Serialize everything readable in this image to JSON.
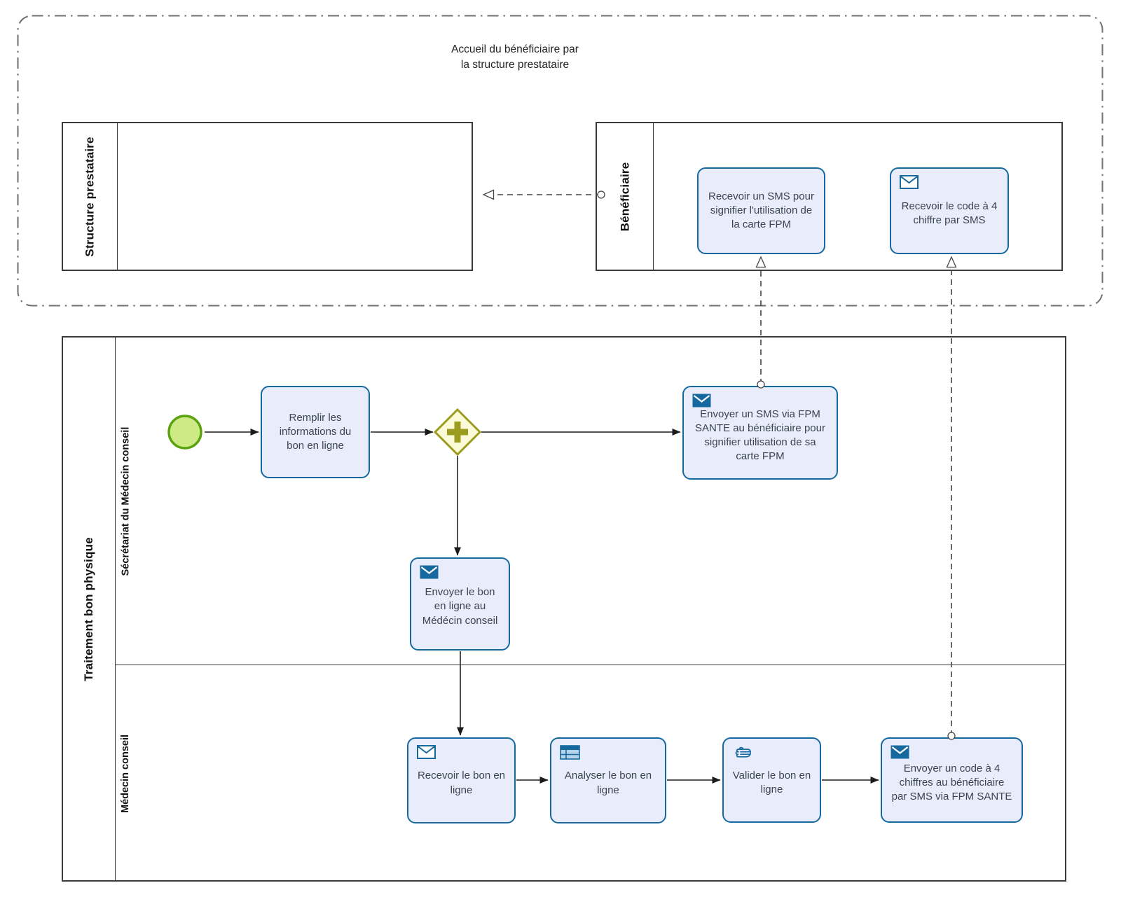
{
  "diagram": {
    "group_title": {
      "line1": "Accueil du bénéficiaire par",
      "line2": "la structure prestataire"
    },
    "pools": {
      "structure_prestataire": {
        "label": "Structure prestataire"
      },
      "beneficiaire": {
        "label": "Bénéficiaire",
        "tasks": {
          "recevoir_sms": {
            "label": "Recevoir un SMS pour signifier l'utilisation de la carte FPM",
            "icon": "none"
          },
          "recevoir_code": {
            "label": "Recevoir le code à 4 chiffre par SMS",
            "icon": "receive-message-icon"
          }
        }
      },
      "traitement_bon_physique": {
        "label": "Traitement bon physique",
        "lanes": {
          "secretariat": {
            "label": "Sécrétariat du Médecin conseil",
            "tasks": {
              "remplir_informations": {
                "label": "Remplir les informations du bon en ligne",
                "icon": "none"
              },
              "envoyer_sms_fpm": {
                "label": "Envoyer un SMS via FPM SANTE au bénéficiaire pour signifier utilisation de sa carte FPM",
                "icon": "send-message-icon"
              },
              "envoyer_bon": {
                "label": "Envoyer le bon en ligne au Médécin conseil",
                "icon": "send-message-icon"
              }
            }
          },
          "medecin_conseil": {
            "label": "Médecin conseil",
            "tasks": {
              "recevoir_bon": {
                "label": "Recevoir le bon en ligne",
                "icon": "receive-message-icon"
              },
              "analyser_bon": {
                "label": "Analyser le bon en ligne",
                "icon": "business-rule-icon"
              },
              "valider_bon": {
                "label": "Valider le bon en ligne",
                "icon": "manual-task-icon"
              },
              "envoyer_code": {
                "label": "Envoyer un code à 4 chiffres au bénéficiaire par SMS via FPM SANTE",
                "icon": "send-message-icon"
              }
            }
          }
        }
      }
    },
    "events": {
      "start": {
        "type": "start-event"
      }
    },
    "gateways": {
      "parallel": {
        "type": "parallel-gateway"
      }
    },
    "colors": {
      "task_fill": "#e9edfb",
      "task_border": "#15699e",
      "gateway_fill": "#fbfbd8",
      "gateway_border": "#9c9c20",
      "start_event_fill": "#cdeb84",
      "start_event_border": "#5ba20f"
    }
  }
}
